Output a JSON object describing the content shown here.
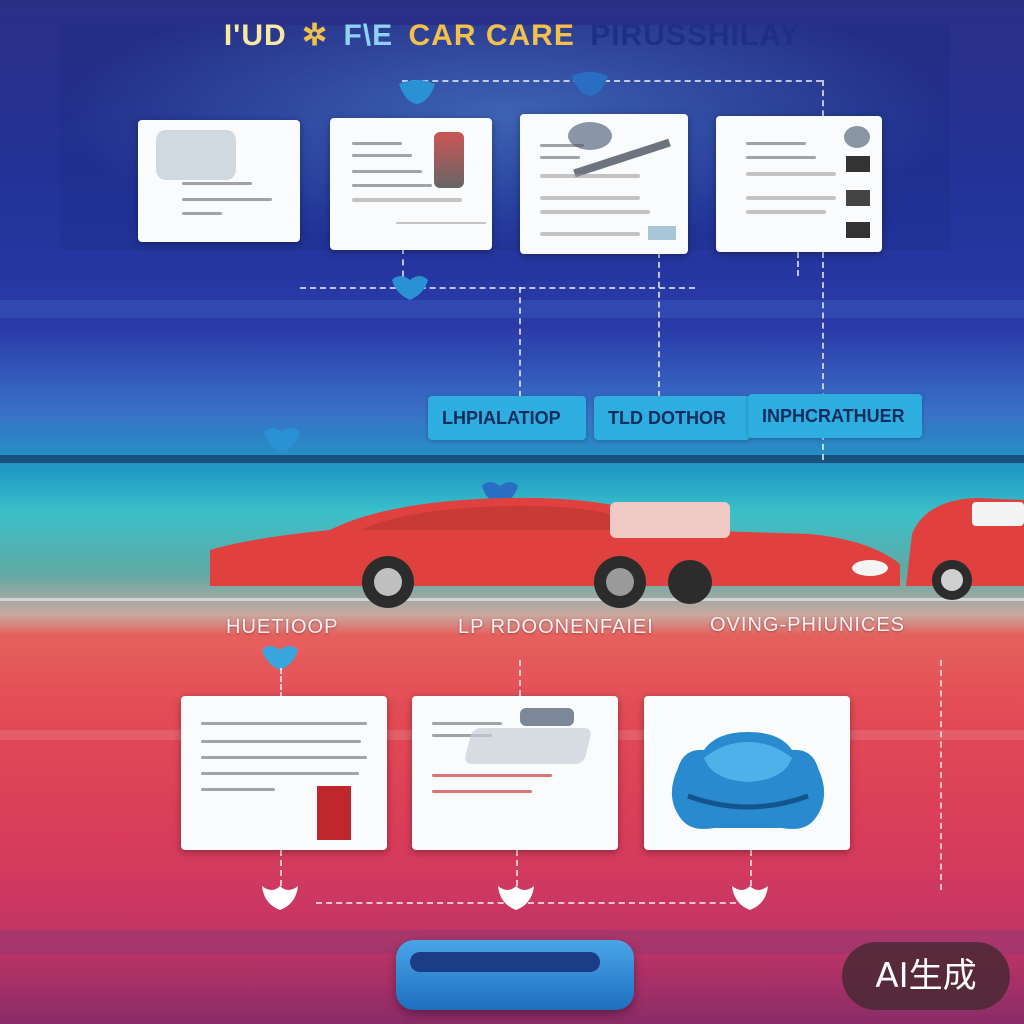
{
  "title": {
    "seg_a": "I'UD",
    "seg_b": "✲",
    "seg_c": "F\\E",
    "seg_d": "CAR CARE",
    "seg_e": "PIRUSSHILAY"
  },
  "top_labels": [
    "LHPIALATIOP",
    "TLD DOTHOR",
    "INPHCRATHUER"
  ],
  "bottom_labels": [
    "HUETIOOP",
    "LP RDOONENFAIEI",
    "OVING-PHIUNICES"
  ],
  "badge": "AI生成",
  "colors": {
    "accent_blue": "#2eaee0",
    "car_red": "#e0403e",
    "heart_blue": "#2a92d4",
    "panel_white": "#fafbfc"
  }
}
